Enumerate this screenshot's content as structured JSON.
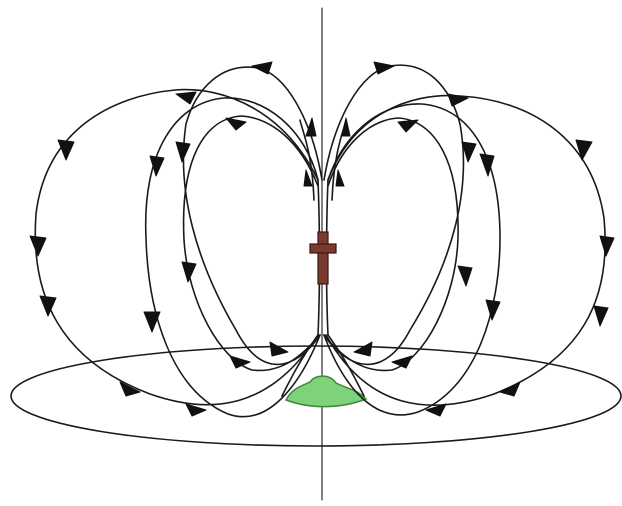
{
  "colors": {
    "background": "#ffffff",
    "ink": "#1a1a1a",
    "cross": "#7a3b2e",
    "cross_outline": "#3b1a12",
    "mound": "#7ed37a",
    "mound_outline": "#3d8a3a"
  },
  "figure": {
    "elements": [
      "vertical-axis",
      "ground-ellipse",
      "field-loops-left",
      "field-loops-right",
      "direction-arrows",
      "cross-icon",
      "green-mound"
    ]
  }
}
